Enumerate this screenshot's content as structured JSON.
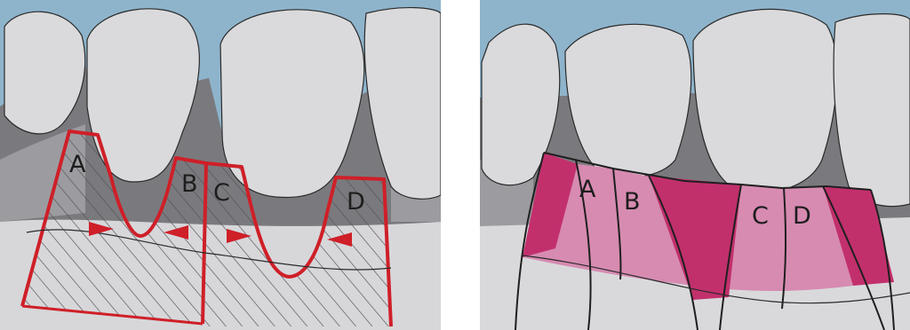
{
  "figure": {
    "left_panel": {
      "labels": [
        "A",
        "B",
        "C",
        "D"
      ]
    },
    "right_panel": {
      "labels": [
        "A",
        "B",
        "C",
        "D"
      ]
    }
  },
  "colors": {
    "sky": "#8db3cc",
    "tooth": "#d9d9db",
    "bone_dark": "#6f6f72",
    "bone_mid": "#a9a9ac",
    "gum_light": "#c9c9cc",
    "outline_red": "#cf1f28",
    "pink_light": "#d88ab0",
    "pink_dark": "#c2306c"
  }
}
